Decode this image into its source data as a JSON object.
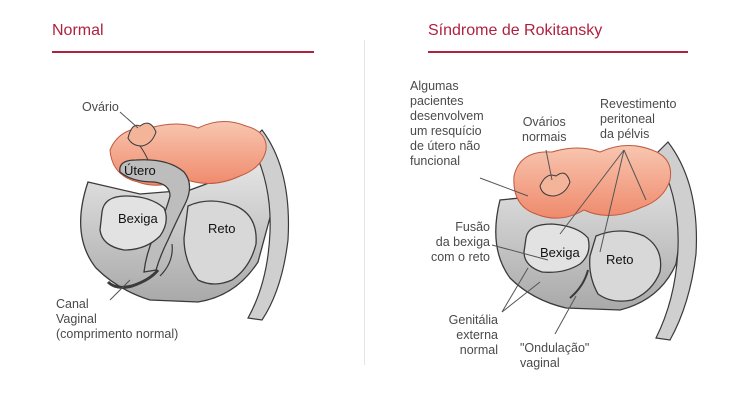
{
  "left": {
    "title": "Normal",
    "labels": {
      "ovary": "Ovário",
      "uterus": "Útero",
      "bladder": "Bexiga",
      "rectum": "Reto",
      "canal_1": "Canal",
      "canal_2": "Vaginal",
      "canal_3": "(comprimento normal)"
    }
  },
  "right": {
    "title": "Síndrome de Rokitansky",
    "labels": {
      "remnant": [
        "Algumas",
        "pacientes",
        "desenvolvem",
        "um resquício",
        "de útero não",
        "funcional"
      ],
      "ovaries": [
        "Ovários",
        "normais"
      ],
      "lining": [
        "Revestimento",
        "peritoneal",
        "da pélvis"
      ],
      "fusion": [
        "Fusão",
        "da bexiga",
        "com o reto"
      ],
      "bladder": "Bexiga",
      "rectum": "Reto",
      "genitalia": [
        "Genitália",
        "externa",
        "normal"
      ],
      "dimple": [
        "\"Ondulação\"",
        "vaginal"
      ]
    }
  },
  "colors": {
    "accent": "#b0213f",
    "tissue": "#ef8a6c",
    "tissue_light": "#f8c6b0",
    "bone": "#d4d4d4",
    "outline": "#3a3a3a",
    "leader": "#555555"
  }
}
